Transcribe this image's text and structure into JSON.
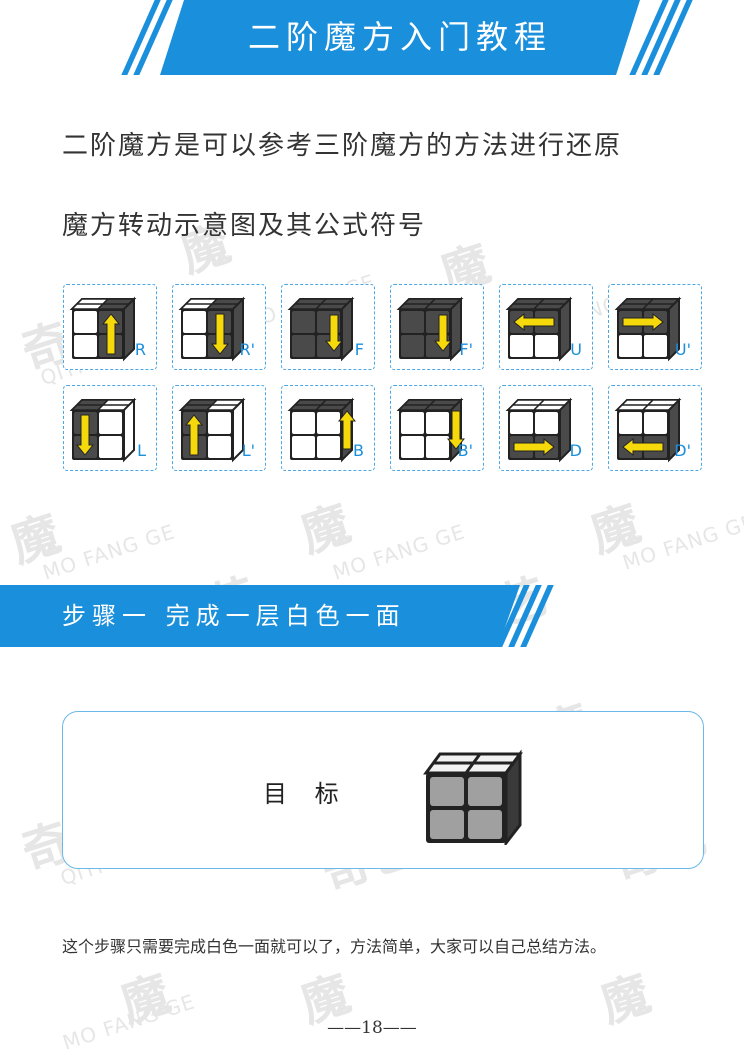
{
  "header": {
    "title": "二阶魔方入门教程"
  },
  "intro": {
    "line1": "二阶魔方是可以参考三阶魔方的方法进行还原",
    "line2": "魔方转动示意图及其公式符号"
  },
  "moves": [
    {
      "label": "R"
    },
    {
      "label": "R'"
    },
    {
      "label": "F"
    },
    {
      "label": "F'"
    },
    {
      "label": "U"
    },
    {
      "label": "U'"
    },
    {
      "label": "L"
    },
    {
      "label": "L'"
    },
    {
      "label": "B"
    },
    {
      "label": "B'"
    },
    {
      "label": "D"
    },
    {
      "label": "D'"
    }
  ],
  "step": {
    "title": "步骤一 完成一层白色一面"
  },
  "goal": {
    "label": "目 标"
  },
  "body": {
    "text": "这个步骤只需要完成白色一面就可以了，方法简单，大家可以自己总结方法。"
  },
  "footer": {
    "page_number": "——18——"
  },
  "watermark": {
    "brand1": "魔",
    "brand2": "奇艺",
    "brand_en": "MO FANG GE",
    "brand_en2": "QIYI"
  },
  "colors": {
    "accent": "#1a8fdc",
    "arrow": "#f5d90a",
    "dark_face": "#4a4a4a",
    "goal_face": "#9a9a9a"
  }
}
